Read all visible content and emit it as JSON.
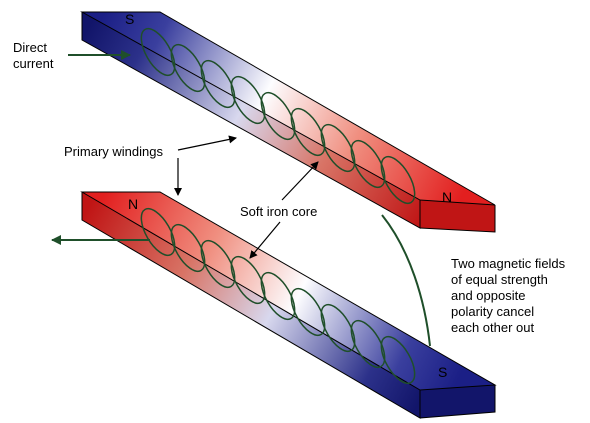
{
  "labels": {
    "direct_current": "Direct\ncurrent",
    "primary_windings": "Primary windings",
    "soft_iron_core": "Soft iron core",
    "note": "Two magnetic fields\nof equal strength\nand opposite\npolarity cancel\neach other out"
  },
  "poles": {
    "top_left": "S",
    "top_right": "N",
    "bottom_left": "N",
    "bottom_right": "S"
  },
  "colors": {
    "north": "#e21f1f",
    "south": "#1b1f86",
    "wire": "#1f4f2a",
    "arrow": "#000000"
  }
}
